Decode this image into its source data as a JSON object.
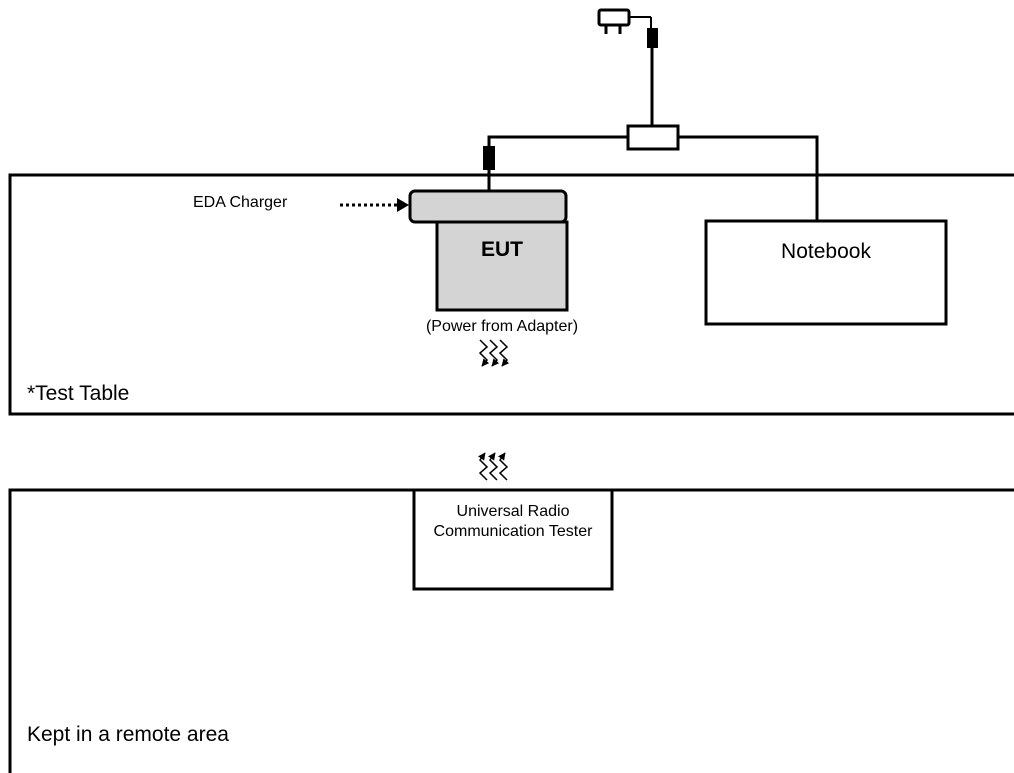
{
  "labels": {
    "eda_charger": "EDA Charger",
    "eut": "EUT",
    "notebook": "Notebook",
    "power_from_adapter": "(Power from Adapter)",
    "test_table": "*Test Table",
    "universal_radio_communication_tester": "Universal Radio Communication Tester",
    "remote_area": "Kept in a remote area"
  },
  "colors": {
    "line": "#000000",
    "device_fill": "#d4d4d4",
    "background": "#ffffff"
  },
  "icons": {
    "power_plug": "power-plug-icon",
    "wireless_link": "wireless-signal-icon",
    "dotted_arrow": "dotted-arrow-icon"
  }
}
